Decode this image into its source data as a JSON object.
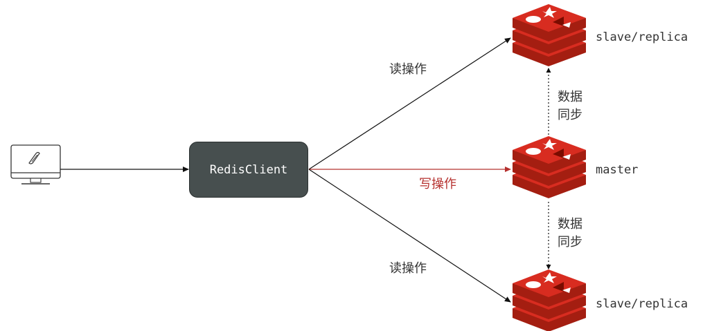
{
  "client": {
    "label": "RedisClient"
  },
  "nodes": {
    "top": {
      "label": "slave/replica"
    },
    "master": {
      "label": "master"
    },
    "bottom": {
      "label": "slave/replica"
    }
  },
  "edges": {
    "read_top": {
      "label": "读操作"
    },
    "write": {
      "label": "写操作",
      "color": "#b5302e"
    },
    "read_bottom": {
      "label": "读操作"
    }
  },
  "sync": {
    "upper": {
      "line1": "数据",
      "line2": "同步"
    },
    "lower": {
      "line1": "数据",
      "line2": "同步"
    }
  },
  "icons": {
    "monitor": "computer-monitor-icon",
    "redis": "redis-logo-icon"
  },
  "colors": {
    "redis_red": "#d82c20",
    "redis_dark": "#a41e11",
    "client_box": "#474f4f"
  }
}
